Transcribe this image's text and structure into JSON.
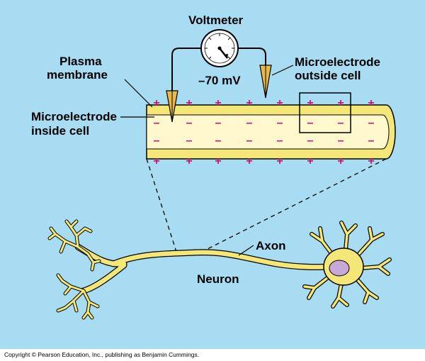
{
  "labels": {
    "voltmeter": "Voltmeter",
    "voltage": "–70 mV",
    "plasma_membrane_line1": "Plasma",
    "plasma_membrane_line2": "membrane",
    "electrode_outside_line1": "Microelectrode",
    "electrode_outside_line2": "outside cell",
    "electrode_inside_line1": "Microelectrode",
    "electrode_inside_line2": "inside cell",
    "axon": "Axon",
    "neuron": "Neuron"
  },
  "charges": {
    "outside": "+",
    "inside": "–"
  },
  "copyright": "Copyright © Pearson Education, Inc., publishing as Benjamin Cummings.",
  "colors": {
    "panel": "#a8dcf2",
    "axon_fill": "#fff8cc",
    "membrane": "#f5e678",
    "cell_body": "#f5e678",
    "nucleus": "#c8a8d8",
    "charge": "#cc1177"
  }
}
